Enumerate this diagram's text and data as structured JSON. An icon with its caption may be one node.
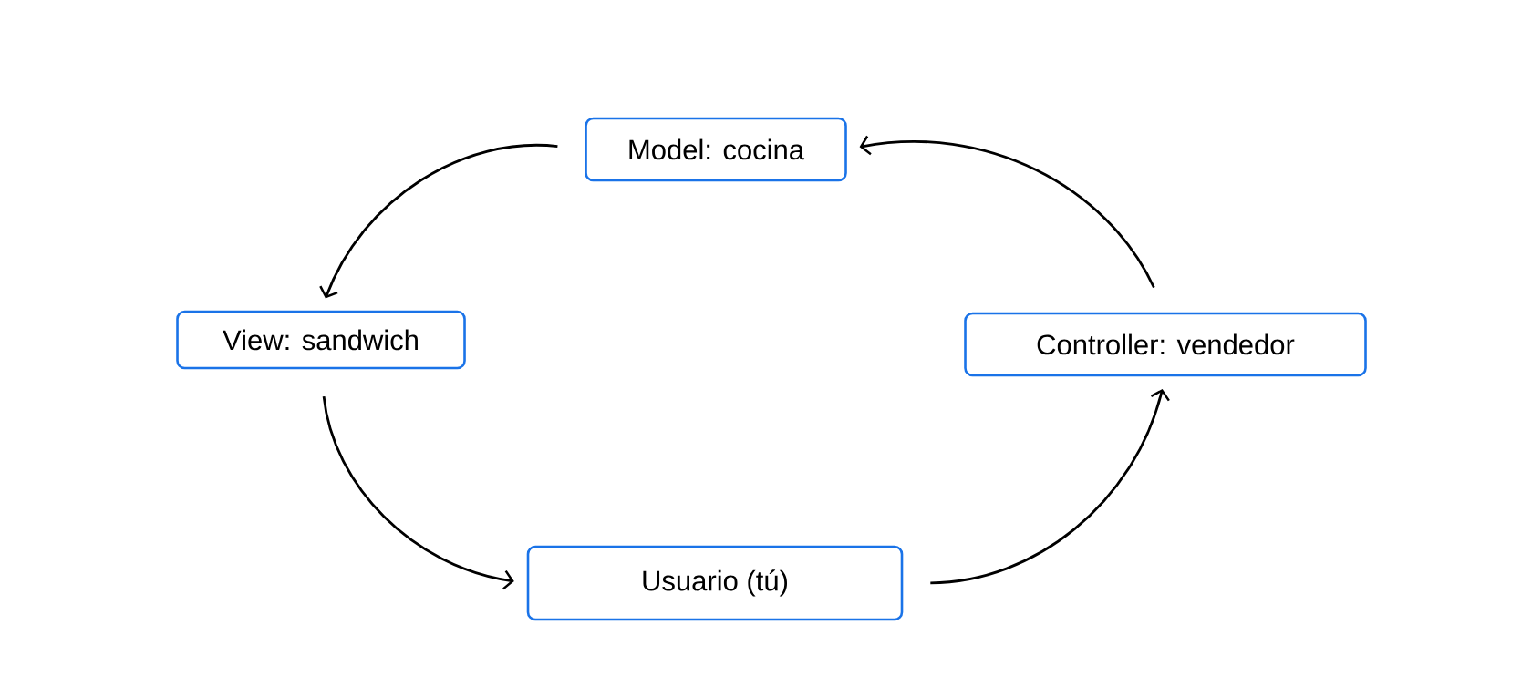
{
  "diagram": {
    "nodes": [
      {
        "text": [
          "Model: cocina"
        ]
      },
      {
        "text": [
          "View: sandwich"
        ]
      },
      {
        "text": [
          "Usuario (tú)"
        ]
      },
      {
        "text": [
          "Controller: vendedor"
        ]
      }
    ],
    "edges": [
      {
        "from": 0,
        "to": 1,
        "arrow": "to"
      },
      {
        "from": 1,
        "to": 2,
        "arrow": "to"
      },
      {
        "from": 2,
        "to": 3,
        "arrow": "to"
      },
      {
        "from": 3,
        "to": 0,
        "arrow": "to"
      }
    ]
  }
}
